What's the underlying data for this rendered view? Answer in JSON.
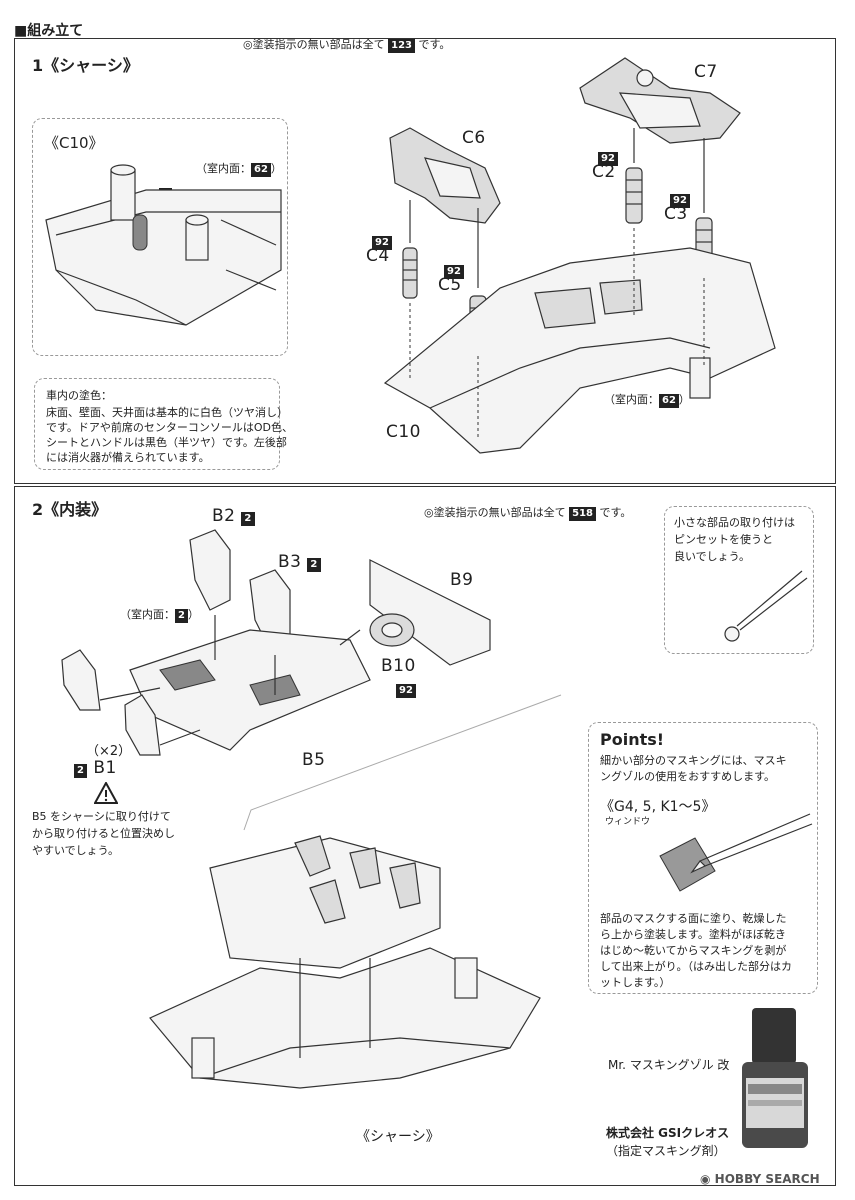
{
  "header": {
    "label": "■組み立て"
  },
  "step1": {
    "title": "1《シャーシ》",
    "paint_note_prefix": "◎塗装指示の無い部品は全て",
    "paint_note_code": "123",
    "paint_note_suffix": "です。",
    "inset": {
      "title": "《C10》",
      "interior_label": "（室内面：",
      "interior_code": "62",
      "interior_close": "）",
      "badge": "3"
    },
    "parts": {
      "c6": "C6",
      "c7": "C7",
      "c4": "C4",
      "c5": "C5",
      "c2": "C2",
      "c3": "C3",
      "c10": "C10",
      "code92": "92"
    },
    "interior_label": "（室内面：",
    "interior_code": "62",
    "interior_close": "）",
    "paint_box": {
      "title": "車内の塗色：",
      "lines": [
        "床面、壁面、天井面は基本的に白色（ツヤ消し）",
        "です。ドアや前席のセンターコンソールはOD色、",
        "シートとハンドルは黒色（半ツヤ）です。左後部",
        "には消火器が備えられています。"
      ]
    }
  },
  "step2": {
    "title": "2《内装》",
    "paint_note_prefix": "◎塗装指示の無い部品は全て",
    "paint_note_code": "518",
    "paint_note_suffix": "です。",
    "parts": {
      "b2": "B2",
      "b3": "B3",
      "b9": "B9",
      "b10": "B10",
      "b5": "B5",
      "b1": "B1",
      "b1_count": "（×2）",
      "code2": "2",
      "code92": "92"
    },
    "interior_label": "（室内面：",
    "interior_code": "2",
    "interior_close": "）",
    "tweezer_tip": [
      "小さな部品の取り付けは",
      "ピンセットを使うと",
      "良いでしょう。"
    ],
    "warning": [
      "B5 をシャーシに取り付けて",
      "から取り付けると位置決めし",
      "やすいでしょう。"
    ],
    "chassis_caption": "《シャーシ》",
    "points": {
      "title": "Points!",
      "intro": [
        "細かい部分のマスキングには、マスキ",
        "ングゾルの使用をおすすめします。"
      ],
      "parts_title": "《G4, 5, K1～5》",
      "window": "ウィンドウ",
      "body": [
        "部品のマスクする面に塗り、乾燥した",
        "ら上から塗装します。塗料がほぼ乾き",
        "はじめ～乾いてからマスキングを剥が",
        "して出来上がり。（はみ出した部分はカ",
        "ットします。）"
      ],
      "product_name": "Mr. マスキングゾル 改",
      "company": "株式会社 GSIクレオス",
      "company_note": "（指定マスキング剤）"
    }
  },
  "footer": {
    "watermark": "HOBBY SEARCH"
  }
}
